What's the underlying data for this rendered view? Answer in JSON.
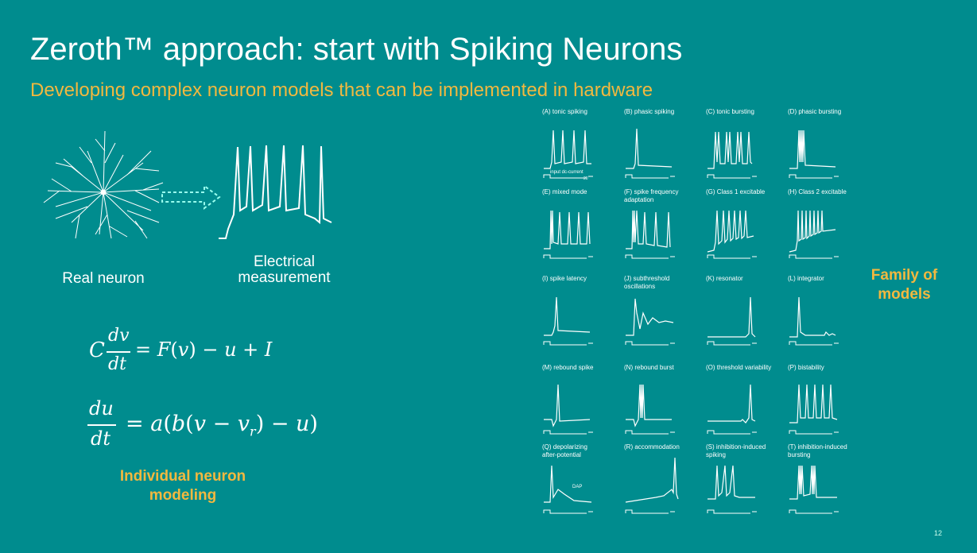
{
  "slide": {
    "title": "Zeroth™ approach: start with Spiking Neurons",
    "subtitle": "Developing complex neuron models that can be implemented in hardware",
    "page_number": "12"
  },
  "left": {
    "real_neuron_label": "Real neuron",
    "electrical_label_line1": "Electrical",
    "electrical_label_line2": "measurement",
    "individual_label_line1": "Individual neuron",
    "individual_label_line2": "modeling"
  },
  "equations": {
    "eq1": "C dv/dt = F(v) − u + I",
    "eq2": "du/dt = a(b(v − v_r) − u)"
  },
  "right": {
    "family_line1": "Family of",
    "family_line2": "models",
    "panels": [
      {
        "label": "(A) tonic spiking",
        "extra": "input dc-current",
        "extra2": "20"
      },
      {
        "label": "(B) phasic spiking"
      },
      {
        "label": "(C) tonic bursting"
      },
      {
        "label": "(D) phasic bursting"
      },
      {
        "label": "(E) mixed mode"
      },
      {
        "label": "(F) spike frequency\nadaptation"
      },
      {
        "label": "(G) Class 1 excitable"
      },
      {
        "label": "(H) Class 2 excitable"
      },
      {
        "label": "(I) spike latency"
      },
      {
        "label": "(J) subthreshold\noscillations"
      },
      {
        "label": "(K) resonator"
      },
      {
        "label": "(L) integrator"
      },
      {
        "label": "(M) rebound spike"
      },
      {
        "label": "(N) rebound burst"
      },
      {
        "label": "(O) threshold variability"
      },
      {
        "label": "(P) bistability"
      },
      {
        "label": "(Q) depolarizing\nafter-potential",
        "extra": "DAP"
      },
      {
        "label": "(R) accommodation"
      },
      {
        "label": "(S) inhibition-induced\nspiking"
      },
      {
        "label": "(T) inhibition-induced\nbursting"
      }
    ]
  }
}
